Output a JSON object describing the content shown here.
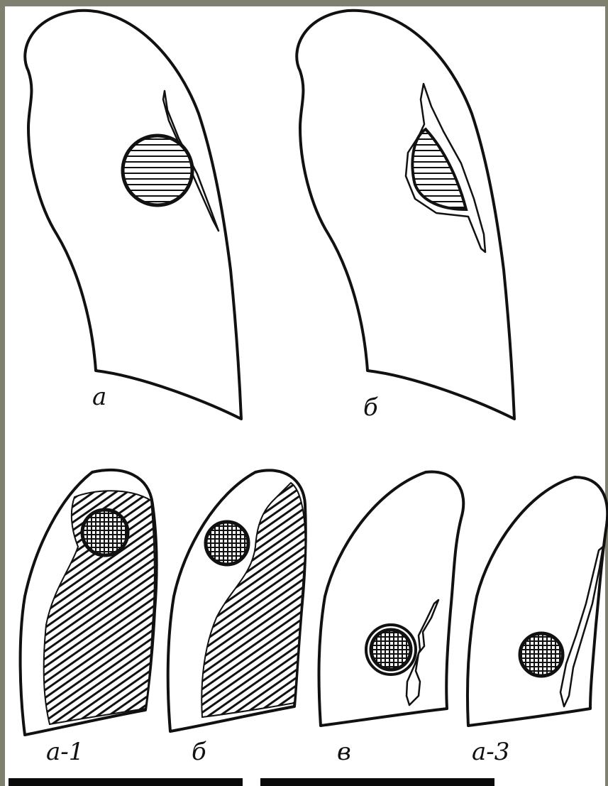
{
  "labels": {
    "top_left": "а",
    "top_right": "б",
    "bottom_1": "а-1",
    "bottom_2": "б",
    "bottom_3": "в",
    "bottom_4": "а-3"
  },
  "colors": {
    "frame": "#7f8070",
    "ink": "#111111",
    "paper": "#ffffff"
  }
}
